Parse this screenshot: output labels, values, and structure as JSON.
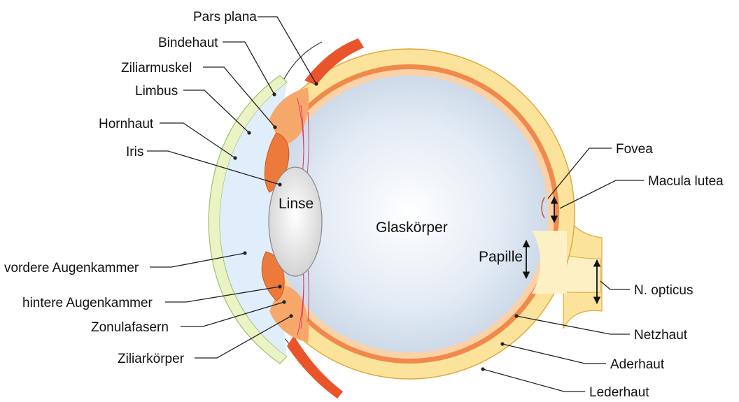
{
  "labels": {
    "pars_plana": "Pars plana",
    "bindehaut": "Bindehaut",
    "ziliarmuskel": "Ziliarmuskel",
    "limbus": "Limbus",
    "hornhaut": "Hornhaut",
    "iris": "Iris",
    "vordere_augenkammer": "vordere Augenkammer",
    "hintere_augenkammer": "hintere Augenkammer",
    "zonulafasern": "Zonulafasern",
    "ziliarkoerper": "Ziliarkörper",
    "linse": "Linse",
    "glaskoerper": "Glaskörper",
    "papille": "Papille",
    "fovea": "Fovea",
    "macula_lutea": "Macula lutea",
    "n_opticus": "N. opticus",
    "netzhaut": "Netzhaut",
    "aderhaut": "Aderhaut",
    "lederhaut": "Lederhaut"
  },
  "colors": {
    "sclera": "#fbe39c",
    "sclera_edge": "#e0a93a",
    "choroid": "#f08a4b",
    "retina": "#f7b98f",
    "vitreous": "#dce6f1",
    "lens": "#e6e6e6",
    "iris": "#ec7a3a",
    "cornea": "#eaf3c4",
    "conjunctiva": "#e9542a",
    "zonule": "#d9366b"
  }
}
